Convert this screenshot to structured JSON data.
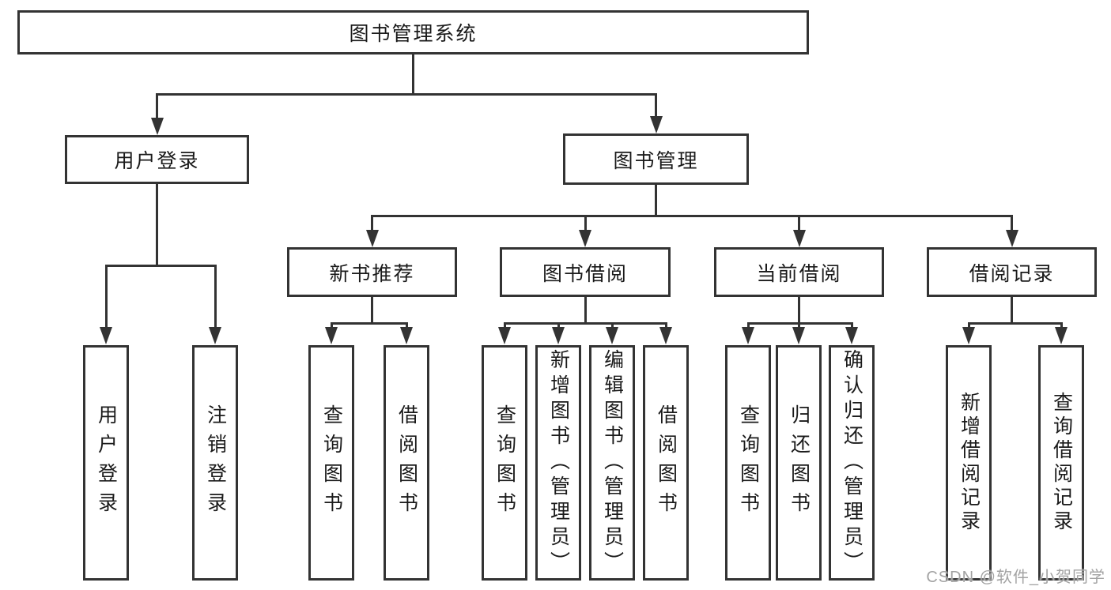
{
  "colors": {
    "line": "#333333",
    "text": "#1a1a1a",
    "background": "#ffffff",
    "watermark": "#a3a3a3"
  },
  "diagram": {
    "root": {
      "label": "图书管理系统"
    },
    "children": [
      {
        "label": "用户登录",
        "children": [
          {
            "label": "用户登录"
          },
          {
            "label": "注销登录"
          }
        ]
      },
      {
        "label": "图书管理",
        "children": [
          {
            "label": "新书推荐",
            "children": [
              {
                "label": "查询图书"
              },
              {
                "label": "借阅图书"
              }
            ]
          },
          {
            "label": "图书借阅",
            "children": [
              {
                "label": "查询图书"
              },
              {
                "label": "新增图书（管理员）"
              },
              {
                "label": "编辑图书（管理员）"
              },
              {
                "label": "借阅图书"
              }
            ]
          },
          {
            "label": "当前借阅",
            "children": [
              {
                "label": "查询图书"
              },
              {
                "label": "归还图书"
              },
              {
                "label": "确认归还（管理员）"
              }
            ]
          },
          {
            "label": "借阅记录",
            "children": [
              {
                "label": "新增借阅记录"
              },
              {
                "label": "查询借阅记录"
              }
            ]
          }
        ]
      }
    ]
  },
  "watermark": {
    "text": "CSDN @软件_小贺同学"
  }
}
